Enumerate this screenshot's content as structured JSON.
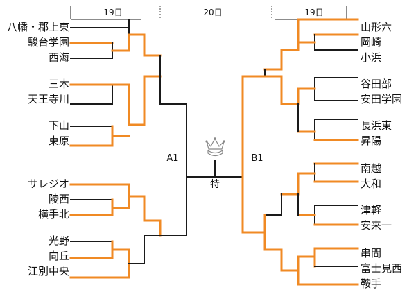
{
  "header": {
    "days": [
      {
        "label": "19日"
      },
      {
        "label": "20日"
      },
      {
        "label": "19日"
      }
    ]
  },
  "left_teams": [
    "八幡・郡上東",
    "駿台学園",
    "西海",
    "三木",
    "天王寺川",
    "下山",
    "東原",
    "サレジオ",
    "陵西",
    "横手北",
    "光野",
    "向丘",
    "江別中央"
  ],
  "right_teams": [
    "山形六",
    "岡崎",
    "小浜",
    "谷田部",
    "安田学園",
    "長浜東",
    "昇陽",
    "南越",
    "大和",
    "津軽",
    "安来一",
    "串間",
    "富士見西",
    "鞍手"
  ],
  "blocks": {
    "left": "A1",
    "right": "B1"
  },
  "final": {
    "label": "特"
  },
  "colors": {
    "winner": "#f08a24",
    "line": "#1a1a1a",
    "trophy": "#888888"
  }
}
